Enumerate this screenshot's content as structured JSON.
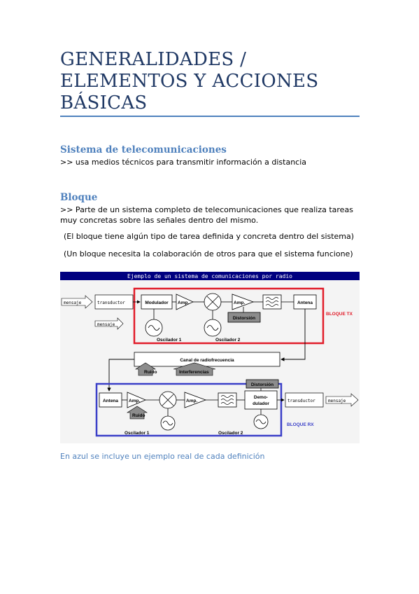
{
  "title_lines": [
    "GENERALIDADES /",
    "ELEMENTOS Y ACCIONES",
    "BÁSICAS"
  ],
  "section1": {
    "heading": "Sistema de telecomunicaciones",
    "text": ">> usa medios técnicos para transmitir información a distancia"
  },
  "section2": {
    "heading": "Bloque",
    "text_line1": ">> Parte de un sistema completo de telecomunicaciones que realiza tareas",
    "text_line2": "muy concretas sobre las señales dentro del mismo.",
    "note1": "(El bloque tiene algún tipo de tarea definida y concreta dentro del sistema)",
    "note2": "(Un bloque necesita la colaboración de otros para que el sistema funcione)"
  },
  "figure": {
    "banner": "Ejemplo de un sistema de comunicaciones por radio",
    "tx": {
      "mensaje_in": "mensaje",
      "transductor": "transductor",
      "mensaje_mid": "mensaje",
      "modulador": "Modulador",
      "amp1": "Amp.",
      "amp2": "Amp.",
      "antena": "Antena",
      "distorsion": "Distorsión",
      "oscilador1": "Oscilador 1",
      "oscilador2": "Oscilador 2",
      "bloque_label": "BLOQUE TX"
    },
    "canal": {
      "label": "Canal de radiofrecuencia",
      "ruido": "Ruido",
      "interferencias": "Interferencias"
    },
    "rx": {
      "antena": "Antena",
      "amp1": "Amp.",
      "ruido": "Ruido",
      "amp2": "Amp.",
      "demodulador_l1": "Demo-",
      "demodulador_l2": "dulador",
      "distorsion": "Distorsión",
      "transductor": "transductor",
      "mensaje_out": "mensaje",
      "oscilador1": "Oscilador 1",
      "oscilador2": "Oscilador 2",
      "bloque_label": "BLOQUE RX"
    },
    "colors": {
      "banner": "#000080",
      "tx_border": "#e11d2a",
      "rx_border": "#3a3fc8",
      "block_fill": "#ffffff",
      "grey_box": "#8c8c8c"
    }
  },
  "caption": "En azul se incluye un ejemplo real de cada definición",
  "colors": {
    "title": "#1f3864",
    "accent": "#4f81bd"
  }
}
